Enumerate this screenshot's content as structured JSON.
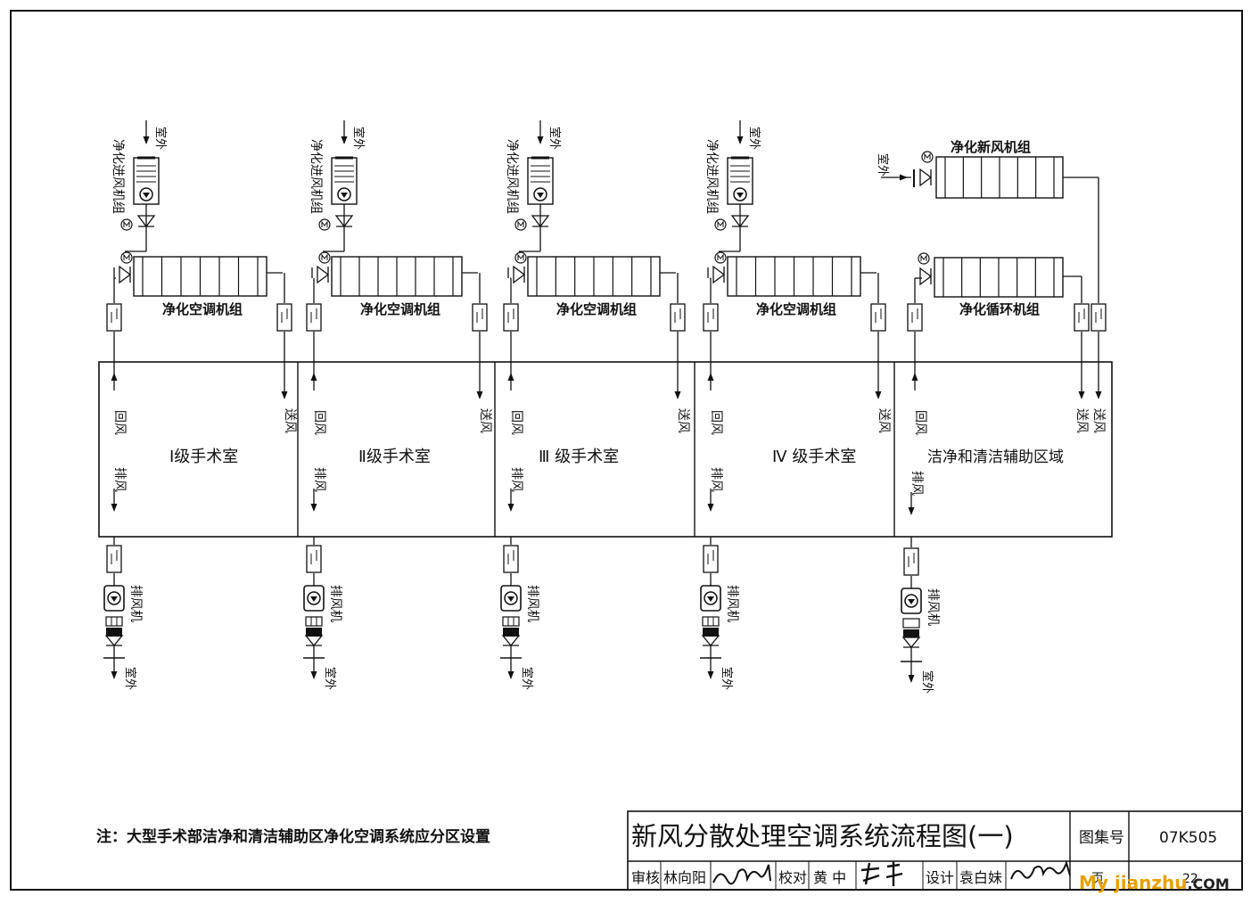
{
  "units": [
    {
      "intake_label": "净化进风机组",
      "outdoor_in": "室外",
      "ahu_label": "净化空调机组",
      "room": "Ⅰ级手术室",
      "return": "回风",
      "supply": "送风",
      "exhaust": "排风",
      "exhaust_fan": "排风机",
      "outdoor_out": "室外"
    },
    {
      "intake_label": "净化进风机组",
      "outdoor_in": "室外",
      "ahu_label": "净化空调机组",
      "room": "Ⅱ级手术室",
      "return": "回风",
      "supply": "送风",
      "exhaust": "排风",
      "exhaust_fan": "排风机",
      "outdoor_out": "室外"
    },
    {
      "intake_label": "净化进风机组",
      "outdoor_in": "室外",
      "ahu_label": "净化空调机组",
      "room": "Ⅲ 级手术室",
      "return": "回风",
      "supply": "送风",
      "exhaust": "排风",
      "exhaust_fan": "排风机",
      "outdoor_out": "室外"
    },
    {
      "intake_label": "净化进风机组",
      "outdoor_in": "室外",
      "ahu_label": "净化空调机组",
      "room": "Ⅳ 级手术室",
      "return": "回风",
      "supply": "送风",
      "exhaust": "排风",
      "exhaust_fan": "排风机",
      "outdoor_out": "室外"
    }
  ],
  "aux": {
    "fresh_unit_label": "净化新风机组",
    "outdoor_in": "室外",
    "recirc_label": "净化循环机组",
    "room": "洁净和清洁辅助区域",
    "return": "回风",
    "supply1": "送风",
    "supply2": "送风",
    "exhaust": "排风",
    "exhaust_fan": "排风机",
    "outdoor_out": "室外"
  },
  "note": "注：大型手术部洁净和清洁辅助区净化空调系统应分区设置",
  "title_block": {
    "title": "新风分散处理空调系统流程图(一)",
    "atlas_label": "图集号",
    "atlas_no": "07K505",
    "review_label": "审核",
    "review_name": "林向阳",
    "check_label": "校对",
    "check_name": "黄 中",
    "design_label": "设计",
    "design_name": "袁白妹",
    "page_label": "页",
    "page_no": "22"
  },
  "watermark": {
    "brand": "My jianzhu",
    "suffix": ".COM"
  }
}
